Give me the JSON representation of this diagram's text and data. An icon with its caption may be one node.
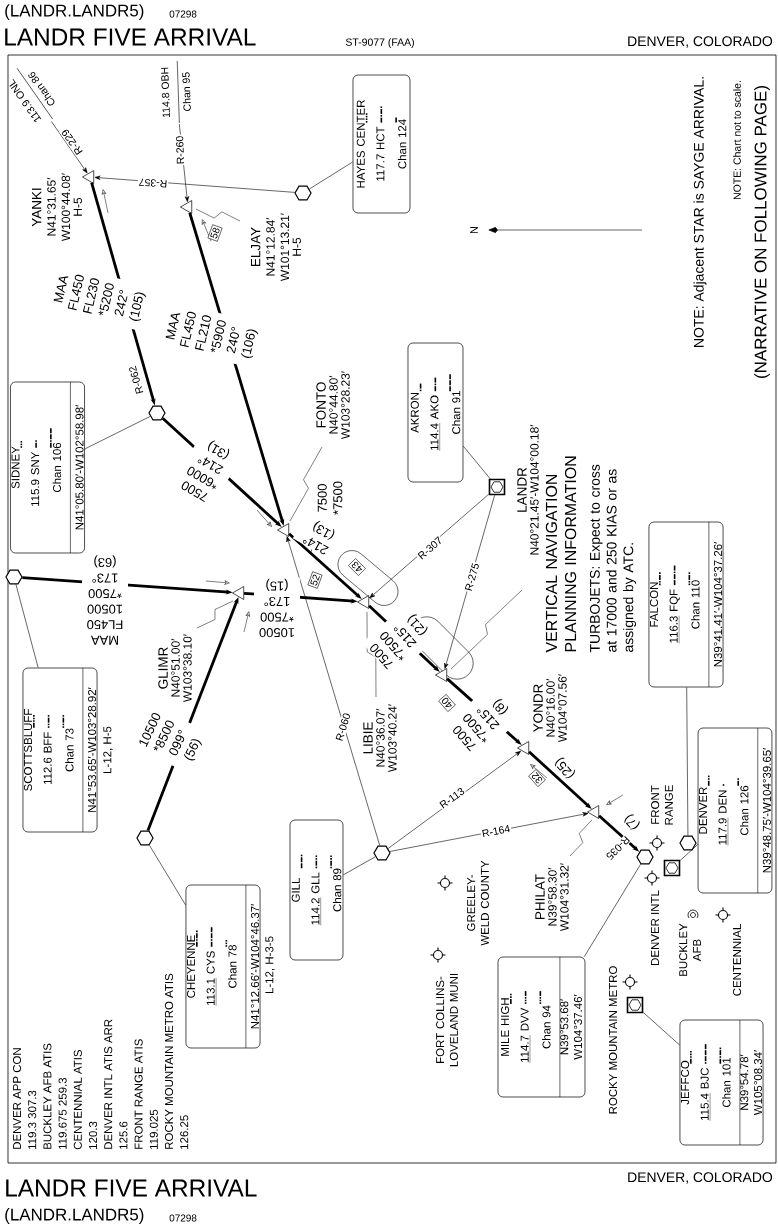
{
  "diagram": {
    "title": "LANDR FIVE ARRIVAL",
    "nodes": [
      {
        "text": [
          "113.9 ONL",
          "Chan 86"
        ]
      },
      {
        "text": [
          "114.8 OBH",
          "Chan 95"
        ]
      },
      {
        "text": [
          "HAYES CENTER",
          "117.7",
          "HCT",
          "Chan 124"
        ]
      },
      {
        "text": [],
        "shape": "hexagon"
      },
      {
        "text": [],
        "shape": "triangle",
        "beside": [
          "YANKI",
          "N41°31.65′ W100°44.08′",
          "H-5"
        ]
      },
      {
        "text": [],
        "shape": "triangle",
        "beside": [
          "ELJAY",
          "N41°12.84′ W101°13.21′",
          "H-5"
        ]
      },
      {
        "text": [
          "SIDNEY",
          "115.9",
          "SNY",
          "Chan 106",
          "N41°05.80′-W102°58.98′"
        ]
      },
      {
        "text": [],
        "shape": "hexagon"
      },
      {
        "text": [],
        "shape": "triangle",
        "beside": [
          "FONTO",
          "N40°44.80′ W103°28.23′"
        ]
      },
      {
        "text": [
          "SCOTTSBLUFF",
          "112.6",
          "BFF",
          "Chan 73",
          "N41°53.65′-W103°28.92′"
        ],
        "beside": [
          "L-12, H-5"
        ]
      },
      {
        "text": [],
        "shape": "hexagon"
      },
      {
        "text": [],
        "shape": "triangle",
        "beside": [
          "GLIMR",
          "N40°51.00′ W103°38.10′"
        ]
      },
      {
        "text": [],
        "shape": "triangle",
        "beside": [
          "LIBIE",
          "N40°36.07′ W103°40.24′"
        ]
      },
      {
        "text": [
          "AKRON",
          "114.4",
          "AKO",
          "Chan 91"
        ]
      },
      {
        "text": [],
        "shape": "box"
      },
      {
        "text": [],
        "shape": "triangle",
        "beside": [
          "LANDR",
          "N40°21.45′-W104°00.18′"
        ]
      },
      {
        "text": [
          "CHEYENNE",
          "113.1",
          "CYS",
          "Chan 78",
          "N41°12.66′-W104°46.37′"
        ],
        "beside": [
          "L-12, H-3-5"
        ]
      },
      {
        "text": [],
        "shape": "hexagon"
      },
      {
        "text": [
          "GILL",
          "114.2",
          "GLL",
          "Chan 89"
        ]
      },
      {
        "text": [],
        "shape": "hexagon"
      },
      {
        "text": [],
        "shape": "triangle",
        "beside": [
          "YONDR",
          "N40°16.00′ W104°07.56′"
        ]
      },
      {
        "text": [],
        "shape": "triangle",
        "beside": [
          "PHILAT",
          "N39°58.30′ W104°31.32′"
        ]
      },
      {
        "text": [
          "FALCON",
          "116.3",
          "FQF",
          "Chan 110",
          "N39°41.41′-W104°37.26′"
        ]
      },
      {
        "text": [],
        "shape": "hexagon"
      },
      {
        "text": [
          "DENVER",
          "117.9",
          "DEN",
          "Chan 126",
          "N39°48.75′-W104°39.65′"
        ]
      },
      {
        "text": [],
        "shape": "box"
      },
      {
        "text": [
          "MILE HIGH",
          "114.7",
          "DVV",
          "Chan 94",
          "N39°53.68′ W104°37.46′"
        ]
      },
      {
        "text": [],
        "shape": "hexagon"
      },
      {
        "text": [
          "JEFFCO",
          "115.4",
          "BJC",
          "Chan 101",
          "N39°54.78′ W105°08.34′"
        ]
      },
      {
        "text": [],
        "shape": "box"
      },
      {
        "text": [
          "7500 *7500"
        ]
      }
    ],
    "edges": [
      {
        "from": 0,
        "to": 4,
        "arrow": "to",
        "label": "R-229"
      },
      {
        "from": 1,
        "to": 5,
        "arrow": "to",
        "label": "R-260"
      },
      {
        "from": 3,
        "to": 4,
        "arrow": "to",
        "label": "R-357"
      },
      {
        "from": 4,
        "to": 7,
        "arrow": "to",
        "label": "MAA FL450 FL230 *5200 242° (105)",
        "style": "thick"
      },
      {
        "from": 7,
        "to": 8,
        "arrow": "to",
        "label": "7500 *6000 214° (31)",
        "style": "thick"
      },
      {
        "from": 5,
        "to": 8,
        "arrow": "to",
        "label": "MAA FL450 FL210 *5900 240° (106)",
        "style": "thick"
      },
      {
        "from": 8,
        "to": 12,
        "arrow": "to",
        "label": "214° (13)",
        "style": "thick"
      },
      {
        "from": 10,
        "to": 11,
        "arrow": "to",
        "label": "MAA FL450 10500 *7500 173° (63)",
        "style": "thick"
      },
      {
        "from": 17,
        "to": 11,
        "arrow": "to",
        "label": "10500 *8500 099° (56)",
        "style": "thick"
      },
      {
        "from": 11,
        "to": 12,
        "arrow": "to",
        "label": "10500 *7500 173° (15)",
        "style": "thick"
      },
      {
        "from": 12,
        "to": 15,
        "arrow": "to",
        "label": "7500 *7500 215° (21)",
        "style": "thick"
      },
      {
        "from": 15,
        "to": 20,
        "arrow": "to",
        "label": "7500 *7500 215° (8)",
        "style": "thick"
      },
      {
        "from": 20,
        "to": 21,
        "arrow": "to",
        "label": "(25)",
        "style": "thick"
      },
      {
        "from": 21,
        "to": 27,
        "arrow": "to",
        "label": "(7)",
        "style": "thick"
      },
      {
        "from": 14,
        "to": 12,
        "arrow": "to",
        "label": "R-307"
      },
      {
        "from": 14,
        "to": 15,
        "arrow": "to",
        "label": "R-275"
      },
      {
        "from": 19,
        "to": 8,
        "arrow": "to",
        "label": "R-060"
      },
      {
        "from": 19,
        "to": 20,
        "arrow": "to",
        "label": "R-113"
      },
      {
        "from": 19,
        "to": 21,
        "arrow": "to",
        "label": "R-164"
      },
      {
        "from": 30,
        "to": null,
        "arrow": "none"
      },
      {
        "from": 2,
        "to": 3,
        "arrow": "none"
      },
      {
        "from": 6,
        "to": 7,
        "arrow": "none"
      },
      {
        "from": 9,
        "to": 10,
        "arrow": "none"
      },
      {
        "from": 13,
        "to": 14,
        "arrow": "none"
      },
      {
        "from": 16,
        "to": 17,
        "arrow": "none"
      },
      {
        "from": 18,
        "to": 19,
        "arrow": "none"
      },
      {
        "from": 22,
        "to": 23,
        "arrow": "none"
      },
      {
        "from": 24,
        "to": 25,
        "arrow": "none"
      },
      {
        "from": 26,
        "to": 27,
        "arrow": "none"
      },
      {
        "from": 28,
        "to": 29,
        "arrow": "none"
      }
    ],
    "labels": [
      "(LANDR.LANDR5)",
      "07298",
      "ST-9077 (FAA)",
      "DENVER, COLORADO",
      "NOTE: Adjacent STAR is SAYGE ARRIVAL.",
      "NOTE: Chart not to scale.",
      "(NARRATIVE ON FOLLOWING PAGE)",
      "N",
      "58",
      "R-062",
      "52",
      "43",
      "VERTICAL NAVIGATION PLANNING INFORMATION",
      "TURBOJETS: Expect to cross at 17000 and 250 KIAS or as assigned by ATC.",
      "40",
      "32",
      "R-035",
      "GREELEY-WELD COUNTY",
      "FORT COLLINS-LOVELAND MUNI",
      "FRONT RANGE",
      "DENVER INTL",
      "BUCKLEY AFB",
      "CENTENNIAL",
      "ROCKY MOUNTAIN METRO",
      "DENVER APP CON",
      "119.3 307.3",
      "BUCKLEY AFB ATIS",
      "119.675 259.3",
      "CENTENNIAL ATIS",
      "120.3",
      "DENVER INTL ATIS ARR",
      "125.6",
      "FRONT RANGE ATIS",
      "119.025",
      "ROCKY MOUNTAIN METRO ATIS",
      "126.25",
      "LANDR FIVE ARRIVAL",
      "(LANDR.LANDR5)",
      "07298",
      "DENVER, COLORADO"
    ]
  }
}
